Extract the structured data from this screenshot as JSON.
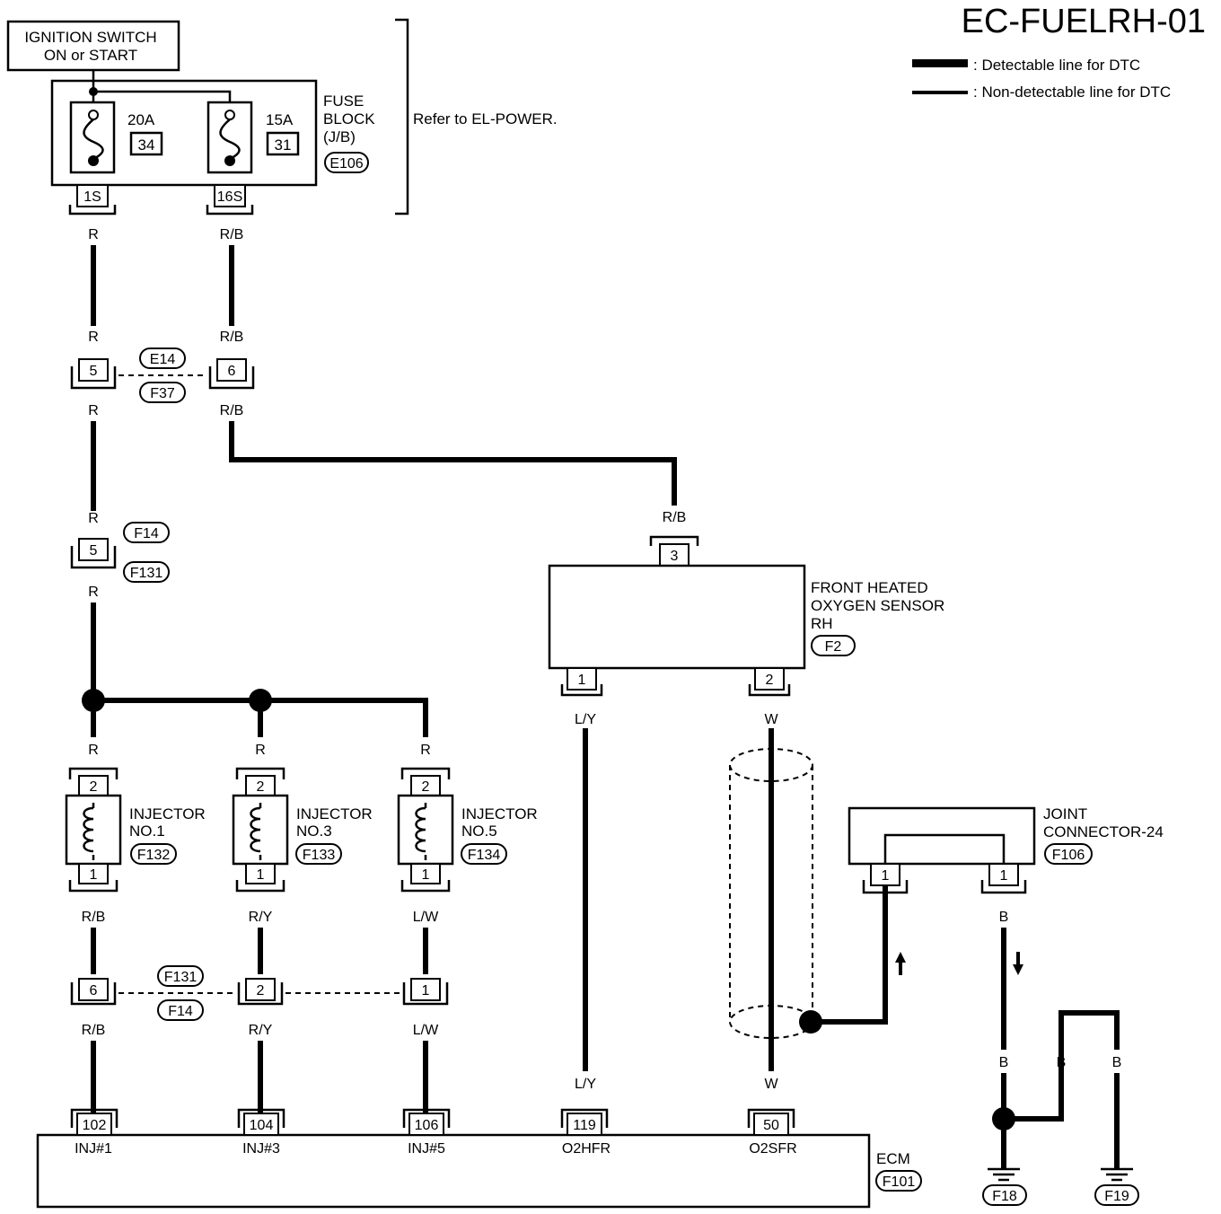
{
  "title": "EC-FUELRH-01",
  "legend": {
    "detectable": ": Detectable line for DTC",
    "non_detectable": ": Non-detectable line for DTC"
  },
  "ignition": {
    "line1": "IGNITION SWITCH",
    "line2": "ON or START"
  },
  "fuse_block": {
    "label_lines": [
      "FUSE",
      "BLOCK",
      "(J/B)"
    ],
    "connector": "E106",
    "refer": "Refer to EL-POWER.",
    "fuses": [
      {
        "amp": "20A",
        "num": "34",
        "terminal": "1S"
      },
      {
        "amp": "15A",
        "num": "31",
        "terminal": "16S"
      }
    ]
  },
  "wires": {
    "r": "R",
    "rb": "R/B",
    "ry": "R/Y",
    "lw": "L/W",
    "ly": "L/Y",
    "w": "W",
    "b": "B"
  },
  "connectors": {
    "e14": "E14",
    "f37": "F37",
    "f14": "F14",
    "f131": "F131",
    "pin5": "5",
    "pin6": "6",
    "pin1": "1",
    "pin2": "2",
    "pin3": "3"
  },
  "injectors": [
    {
      "name": "INJECTOR",
      "num": "NO.1",
      "conn": "F132"
    },
    {
      "name": "INJECTOR",
      "num": "NO.3",
      "conn": "F133"
    },
    {
      "name": "INJECTOR",
      "num": "NO.5",
      "conn": "F134"
    }
  ],
  "o2_sensor": {
    "lines": [
      "FRONT HEATED",
      "OXYGEN SENSOR",
      "RH"
    ],
    "conn": "F2"
  },
  "joint": {
    "lines": [
      "JOINT",
      "CONNECTOR-24"
    ],
    "conn": "F106"
  },
  "ecm": {
    "label": "ECM",
    "conn": "F101",
    "pins": [
      {
        "num": "102",
        "name": "INJ#1"
      },
      {
        "num": "104",
        "name": "INJ#3"
      },
      {
        "num": "106",
        "name": "INJ#5"
      },
      {
        "num": "119",
        "name": "O2HFR"
      },
      {
        "num": "50",
        "name": "O2SFR"
      }
    ]
  },
  "grounds": [
    "F18",
    "F19"
  ]
}
